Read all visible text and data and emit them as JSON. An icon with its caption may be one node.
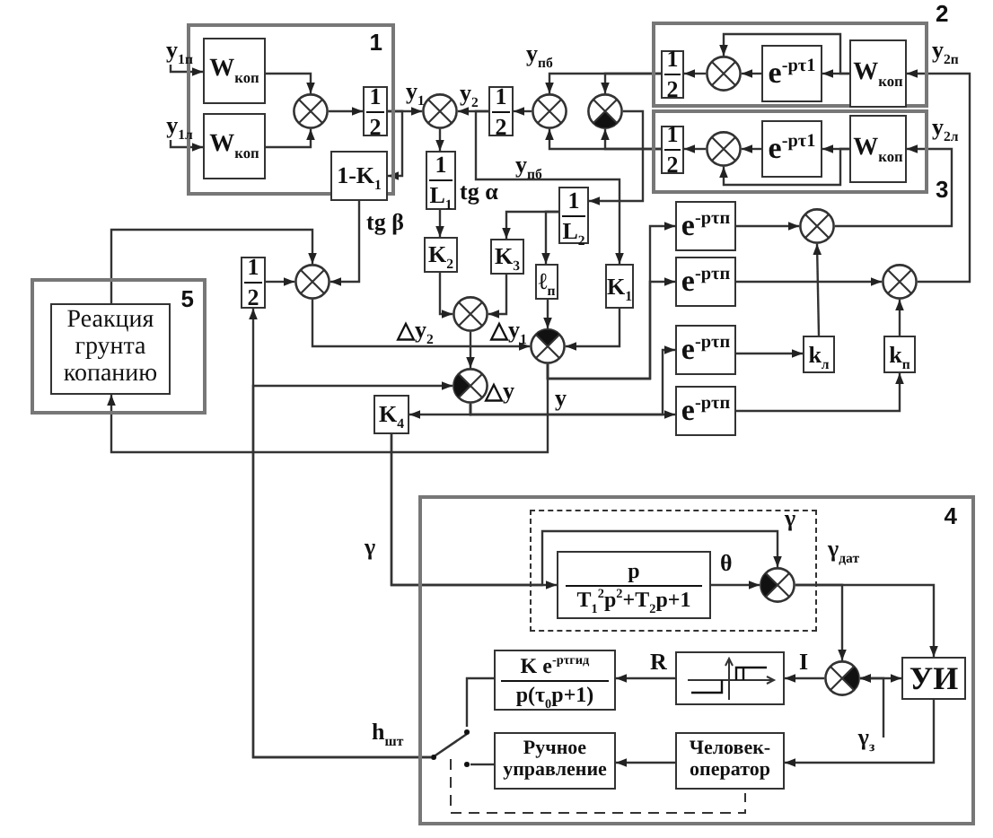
{
  "diagram": {
    "nodes": [
      {
        "text": [
          "1"
        ]
      },
      {
        "text": [
          "2"
        ]
      },
      {
        "text": [
          "3"
        ]
      },
      {
        "text": [
          "5"
        ]
      },
      {
        "text": [
          "4"
        ]
      },
      {
        "text": [],
        "shape": "box",
        "in": 4
      },
      {
        "text": [
          "W$_{коп}$"
        ],
        "in": 0
      },
      {
        "text": [
          "W$_{коп}$"
        ],
        "in": 0
      },
      {
        "text": [],
        "shape": "circle",
        "in": 0
      },
      {
        "text": [
          "1",
          "2"
        ],
        "in": 0
      },
      {
        "text": [],
        "shape": "circle"
      },
      {
        "text": [
          "1-K$_{1}$"
        ]
      },
      {
        "text": [
          "1",
          "L$_{1}$"
        ]
      },
      {
        "text": [
          "K$_{2}$"
        ]
      },
      {
        "text": [
          "1",
          "2"
        ]
      },
      {
        "text": [],
        "shape": "circle"
      },
      {
        "text": [],
        "shape": "circle"
      },
      {
        "text": [
          "1",
          "2"
        ],
        "in": 1
      },
      {
        "text": [],
        "shape": "circle",
        "in": 1
      },
      {
        "text": [
          "e$^{-pτ1}$"
        ],
        "in": 1
      },
      {
        "text": [
          "W$_{коп}$"
        ],
        "in": 1
      },
      {
        "text": [
          "1",
          "2"
        ],
        "in": 2
      },
      {
        "text": [],
        "shape": "circle",
        "in": 2
      },
      {
        "text": [
          "e$^{-pτ1}$"
        ],
        "in": 2
      },
      {
        "text": [
          "W$_{коп}$"
        ],
        "in": 2
      },
      {
        "text": [
          "1",
          "L$_{2}$"
        ]
      },
      {
        "text": [
          "K$_{3}$"
        ]
      },
      {
        "text": [
          "ℓ$_{п}$"
        ]
      },
      {
        "text": [
          "K$_{1}$"
        ]
      },
      {
        "text": [],
        "shape": "circle"
      },
      {
        "text": [],
        "shape": "circle"
      },
      {
        "text": [],
        "shape": "circle"
      },
      {
        "text": [
          "1",
          "2"
        ]
      },
      {
        "text": [],
        "shape": "circle"
      },
      {
        "text": [
          "Реакция грунта копанию"
        ],
        "in": 3
      },
      {
        "text": [
          "K$_{4}$"
        ]
      },
      {
        "text": [
          "e$^{-pτп}$"
        ]
      },
      {
        "text": [
          "e$^{-pτп}$"
        ]
      },
      {
        "text": [
          "e$^{-pτп}$"
        ]
      },
      {
        "text": [
          "e$^{-pτп}$"
        ]
      },
      {
        "text": [],
        "shape": "circle"
      },
      {
        "text": [],
        "shape": "circle"
      },
      {
        "text": [
          "k$_{л}$"
        ]
      },
      {
        "text": [
          "k$_{п}$"
        ]
      },
      {
        "text": [
          "p",
          "T$_{1}$$^{2}$p$^{2}$+T$_{2}$p+1"
        ],
        "in": 5
      },
      {
        "text": [],
        "shape": "circle",
        "in": 5
      },
      {
        "text": [
          "УИ"
        ],
        "in": 4
      },
      {
        "text": [],
        "shape": "circle",
        "in": 4
      },
      {
        "text": [],
        "shape": "box",
        "in": 4
      },
      {
        "text": [
          "K e$^{-pτгид}$",
          "p(τ$_{0}$p+1)"
        ],
        "in": 4
      },
      {
        "text": [
          "Человек-оператор"
        ],
        "in": 4
      },
      {
        "text": [
          "Ручное управление"
        ],
        "in": 4
      },
      {
        "text": [],
        "shape": "switch",
        "in": 4
      },
      {
        "text": [
          "y$_{1п}$"
        ]
      },
      {
        "text": [
          "y$_{1л}$"
        ]
      },
      {
        "text": [
          "γ$_{з}$"
        ],
        "in": 4
      }
    ],
    "edges": [
      {
        "from": 53,
        "to": 6,
        "arrow": "to"
      },
      {
        "from": 54,
        "to": 7,
        "arrow": "to"
      },
      {
        "from": 6,
        "to": 8,
        "arrow": "to"
      },
      {
        "from": 7,
        "to": 8,
        "arrow": "to"
      },
      {
        "from": 8,
        "to": 9,
        "arrow": "to"
      },
      {
        "from": 9,
        "to": 10,
        "arrow": "to"
      },
      {
        "from": 9,
        "to": 11,
        "arrow": "to"
      },
      {
        "from": 10,
        "to": 12,
        "arrow": "to"
      },
      {
        "from": 12,
        "to": 13,
        "arrow": "to"
      },
      {
        "from": 14,
        "to": 10,
        "arrow": "to"
      },
      {
        "from": 14,
        "to": 28,
        "arrow": "to"
      },
      {
        "from": 15,
        "to": 14,
        "arrow": "to"
      },
      {
        "from": 17,
        "to": 15,
        "arrow": "to"
      },
      {
        "from": 17,
        "to": 16,
        "arrow": "to"
      },
      {
        "from": 21,
        "to": 15,
        "arrow": "to"
      },
      {
        "from": 21,
        "to": 16,
        "arrow": "to"
      },
      {
        "from": 16,
        "to": 25,
        "arrow": "to"
      },
      {
        "from": 20,
        "to": 19,
        "arrow": "to"
      },
      {
        "from": 20,
        "to": 18,
        "arrow": "to"
      },
      {
        "from": 19,
        "to": 18,
        "arrow": "to"
      },
      {
        "from": 18,
        "to": 17,
        "arrow": "to"
      },
      {
        "from": 24,
        "to": 23,
        "arrow": "to"
      },
      {
        "from": 24,
        "to": 22,
        "arrow": "to"
      },
      {
        "from": 23,
        "to": 22,
        "arrow": "to"
      },
      {
        "from": 22,
        "to": 21,
        "arrow": "to"
      },
      {
        "from": 25,
        "to": 26,
        "arrow": "to"
      },
      {
        "from": 25,
        "to": 27,
        "arrow": "to"
      },
      {
        "from": 13,
        "to": 29,
        "arrow": "to"
      },
      {
        "from": 26,
        "to": 29,
        "arrow": "to"
      },
      {
        "from": 29,
        "to": 31,
        "arrow": "to"
      },
      {
        "from": 34,
        "to": 33,
        "arrow": "to"
      },
      {
        "from": 11,
        "to": 33,
        "arrow": "to"
      },
      {
        "from": 32,
        "to": 33,
        "arrow": "to"
      },
      {
        "from": 33,
        "to": 30,
        "arrow": "to"
      },
      {
        "from": 27,
        "to": 30,
        "arrow": "to"
      },
      {
        "from": 28,
        "to": 30,
        "arrow": "to"
      },
      {
        "from": 30,
        "to": 36,
        "arrow": "to"
      },
      {
        "from": 30,
        "to": 37,
        "arrow": "to"
      },
      {
        "from": 30,
        "to": 34,
        "arrow": "to"
      },
      {
        "from": 31,
        "to": 35,
        "arrow": "to"
      },
      {
        "from": 31,
        "to": 38,
        "arrow": "to"
      },
      {
        "from": 31,
        "to": 39,
        "arrow": "to"
      },
      {
        "from": 35,
        "to": 44,
        "arrow": "to"
      },
      {
        "from": 35,
        "to": 45,
        "arrow": "to"
      },
      {
        "from": 44,
        "to": 45,
        "arrow": "to"
      },
      {
        "from": 45,
        "to": 46,
        "arrow": "to"
      },
      {
        "from": 45,
        "to": 47,
        "arrow": "to"
      },
      {
        "from": 46,
        "to": 47,
        "arrow": "both"
      },
      {
        "from": 55,
        "to": 47,
        "arrow": "to"
      },
      {
        "from": 47,
        "to": 48,
        "arrow": "to"
      },
      {
        "from": 48,
        "to": 49,
        "arrow": "to"
      },
      {
        "from": 49,
        "to": 52,
        "arrow": "none"
      },
      {
        "from": 51,
        "to": 52,
        "arrow": "none"
      },
      {
        "from": 52,
        "to": 32,
        "arrow": "to"
      },
      {
        "from": 52,
        "to": 31,
        "arrow": "to"
      },
      {
        "from": 46,
        "to": 50,
        "arrow": "to"
      },
      {
        "from": 50,
        "to": 51,
        "arrow": "to"
      },
      {
        "from": 36,
        "to": 40,
        "arrow": "to"
      },
      {
        "from": 37,
        "to": 41,
        "arrow": "to"
      },
      {
        "from": 38,
        "to": 42,
        "arrow": "to"
      },
      {
        "from": 42,
        "to": 40,
        "arrow": "to"
      },
      {
        "from": 39,
        "to": 43,
        "arrow": "to"
      },
      {
        "from": 43,
        "to": 41,
        "arrow": "to"
      },
      {
        "from": 40,
        "to": 24,
        "arrow": "to"
      },
      {
        "from": 41,
        "to": 20,
        "arrow": "to"
      }
    ],
    "labels": [
      "y$_{1}$",
      "y$_{2}$",
      "y$_{пб}$",
      "y$_{2п}$",
      "y$_{2л}$",
      "y$_{пб}$",
      "tg α",
      "tg β",
      "△y$_{2}$",
      "△y$_{1}$",
      "△y",
      "y",
      "γ",
      "γ",
      "θ",
      "γ$_{дат}$",
      "R",
      "I",
      "h$_{шт}$"
    ]
  }
}
